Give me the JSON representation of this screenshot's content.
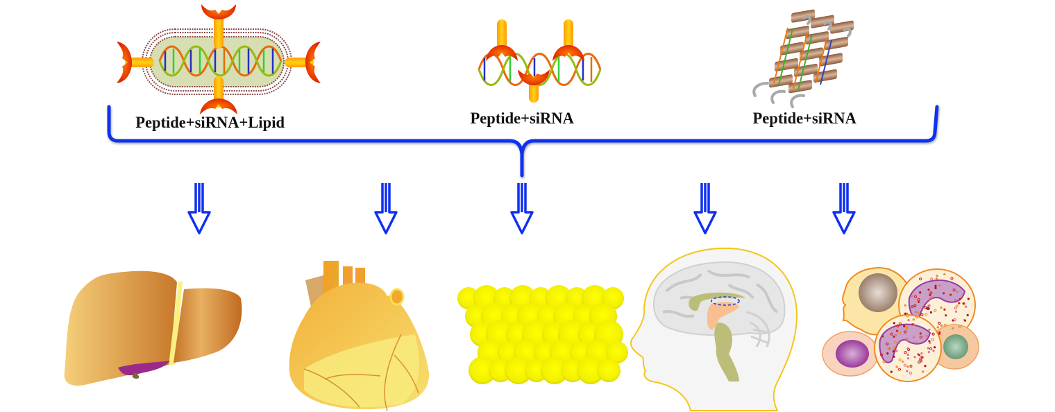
{
  "title": "Peptide-based siRNA delivery systems and target tissues",
  "colors": {
    "bracket": "#1030f0",
    "arrow": "#1030f0",
    "label_text": "#111111",
    "peptide_fill": "#ffb000",
    "peptide_tip": "#ee3300",
    "lipid_core": "#d7dfb2",
    "lipid_membrane": "#8a4040",
    "helix_brown": "#b4866a",
    "liver": "#e0a050",
    "heart": "#f2c040",
    "adipose": "#f0f000",
    "head_outline": "#f5c518",
    "brain_gray": "#d8d8d8",
    "brain_olive": "#bdbd7a"
  },
  "formulations": [
    {
      "id": "lipid-complex",
      "label": "Peptide+siRNA+Lipid",
      "icon": "peptide-lipid-sirna-nanoparticle-icon"
    },
    {
      "id": "peptide-sirna-binding",
      "label": "Peptide+siRNA",
      "icon": "peptide-sirna-duplex-icon"
    },
    {
      "id": "peptide-helix-complex",
      "label": "Peptide+siRNA",
      "icon": "helical-peptide-sirna-array-icon"
    }
  ],
  "targets": [
    {
      "id": "liver",
      "icon": "liver-icon"
    },
    {
      "id": "heart",
      "icon": "heart-icon"
    },
    {
      "id": "adipose-tissue",
      "icon": "adipose-tissue-icon"
    },
    {
      "id": "brain",
      "icon": "brain-head-icon"
    },
    {
      "id": "immune-cells",
      "icon": "blood-cells-icon"
    }
  ]
}
